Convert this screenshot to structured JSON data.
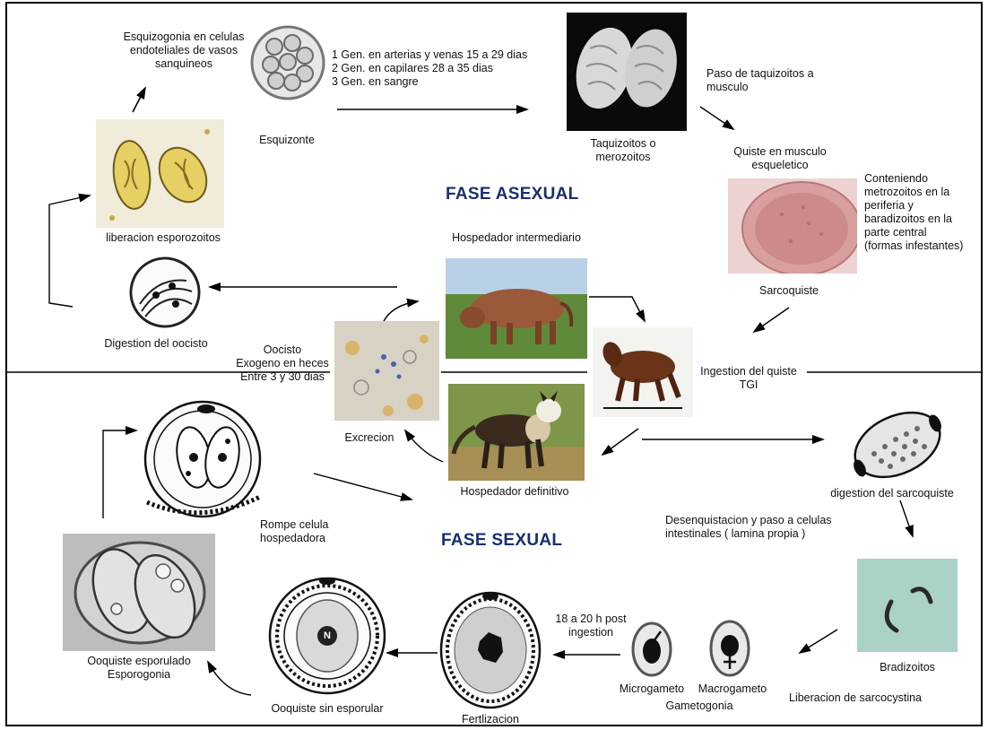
{
  "phases": {
    "asexual": "FASE ASEXUAL",
    "sexual": "FASE SEXUAL"
  },
  "labels": {
    "esquizogonia": "Esquizogonia en celulas\nendoteliales  de vasos\nsanquineos",
    "esquizonte": "Esquizonte",
    "generaciones": "1 Gen.  en arterias y venas   15 a 29 dias\n2  Gen. en capilares 28 a 35 dias\n3 Gen. en sangre",
    "taquizoitos": "Taquizoitos o\nmerozoitos",
    "paso_taquizoitos": "Paso de taquizoitos a\nmusculo",
    "quiste_musculo": "Quiste en musculo\nesqueletico",
    "conteniendo": "Conteniendo\nmetrozoitos en la\nperiferia y\nbaradizoitos en la\nparte central\n(formas infestantes)",
    "sarcoquiste": "Sarcoquiste",
    "liberacion_esporozoitos": "liberacion  esporozoitos",
    "hospedador_intermediario": "Hospedador intermediario",
    "digestion_oocisto": "Digestion del  oocisto",
    "oocisto_exogeno": "Oocisto\nExogeno en heces\nEntre 3 y 30 dias",
    "ingestion_quiste": "Ingestion del quiste\nTGI",
    "excrecion": "Excrecion",
    "hospedador_definitivo": "Hospedador definitivo",
    "digestion_sarcoquiste": "digestion del sarcoquiste",
    "rompe_celula": "Rompe celula\nhospedadora",
    "desenquistacion": "Desenquistacion y paso a celulas\nintestinales  (  lamina propia )",
    "post_ingestion": "18 a 20 h post\ningestion",
    "bradizoitos": "Bradizoitos",
    "ooquiste_esporulado": "Ooquiste esporulado\nEsporogonia",
    "ooquiste_sin_esporular": "Ooquiste sin esporular",
    "fertlizacion": "Fertlizacion",
    "microgameto": "Microgameto",
    "macrogameto": "Macrogameto",
    "gametogonia": "Gametogonia",
    "liberacion_sarcocystina": "Liberacion de sarcocystina"
  },
  "nucleus_letter": "N",
  "colors": {
    "phase_title": "#1a2f6e",
    "cow": "#9a5a3a",
    "grass": "#5f8a3a",
    "bradizoito_bg": "#a9cfc4",
    "sarcoquiste_bg": "#e9c9c9"
  }
}
